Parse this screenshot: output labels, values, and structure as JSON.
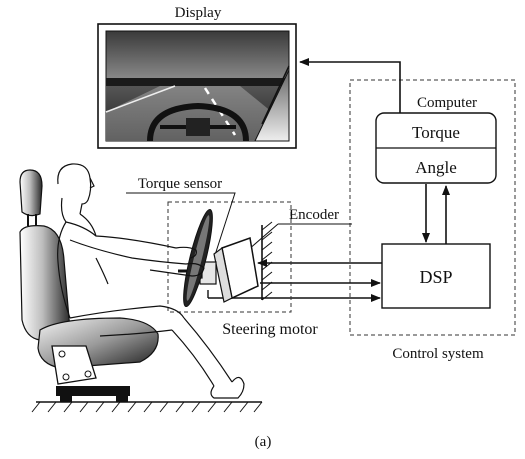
{
  "labels": {
    "display": "Display",
    "computer": "Computer",
    "torque": "Torque",
    "angle": "Angle",
    "torque_sensor": "Torque sensor",
    "encoder": "Encoder",
    "dsp": "DSP",
    "steering_motor": "Steering motor",
    "control_system": "Control system",
    "caption": "(a)"
  },
  "colors": {
    "line": "#111111",
    "dashed": "#333333",
    "box_fill": "#ffffff"
  },
  "icons": [
    "display-monitor-icon",
    "driver-figure-icon",
    "car-seat-icon",
    "steering-wheel-icon",
    "steering-motor-icon",
    "ground-hatch-icon"
  ]
}
